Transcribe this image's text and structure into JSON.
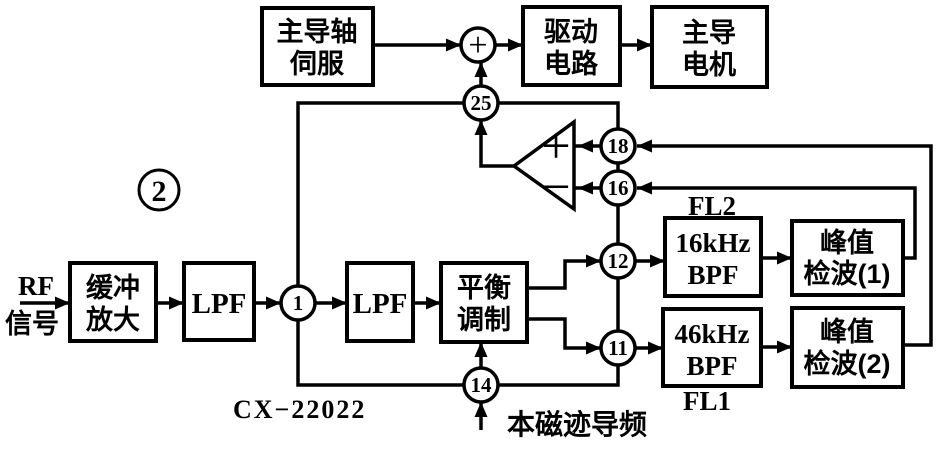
{
  "figure_number": "2",
  "input_label": {
    "line1": "RF",
    "line2": "信号"
  },
  "blocks": {
    "buffer_amp": {
      "line1": "缓冲",
      "line2": "放大"
    },
    "lpf1": {
      "label": "LPF"
    },
    "lpf2": {
      "label": "LPF"
    },
    "balanced_modulator": {
      "line1": "平衡",
      "line2": "调制"
    },
    "master_shaft_servo": {
      "line1": "主导轴",
      "line2": "伺服"
    },
    "drive_circuit": {
      "line1": "驱动",
      "line2": "电路"
    },
    "master_motor": {
      "line1": "主导",
      "line2": "电机"
    },
    "bpf_16khz": {
      "line1": "16kHz",
      "line2": "BPF",
      "filter_label": "FL2"
    },
    "peak_detector_1": {
      "line1": "峰值",
      "line2": "检波(1)"
    },
    "bpf_46khz": {
      "line1": "46kHz",
      "line2": "BPF",
      "filter_label": "FL1"
    },
    "peak_detector_2": {
      "line1": "峰值",
      "line2": "检波(2)"
    }
  },
  "pins": {
    "p1": "1",
    "p11": "11",
    "p12": "12",
    "p14": "14",
    "p16": "16",
    "p18": "18",
    "p25": "25"
  },
  "symbols": {
    "summing_plus": "+",
    "comparator_plus": "+",
    "comparator_minus": "−"
  },
  "ic_label": "CX−22022",
  "pilot_input_label": "本磁迹导频",
  "colors": {
    "line": "#000000",
    "background": "#ffffff"
  }
}
